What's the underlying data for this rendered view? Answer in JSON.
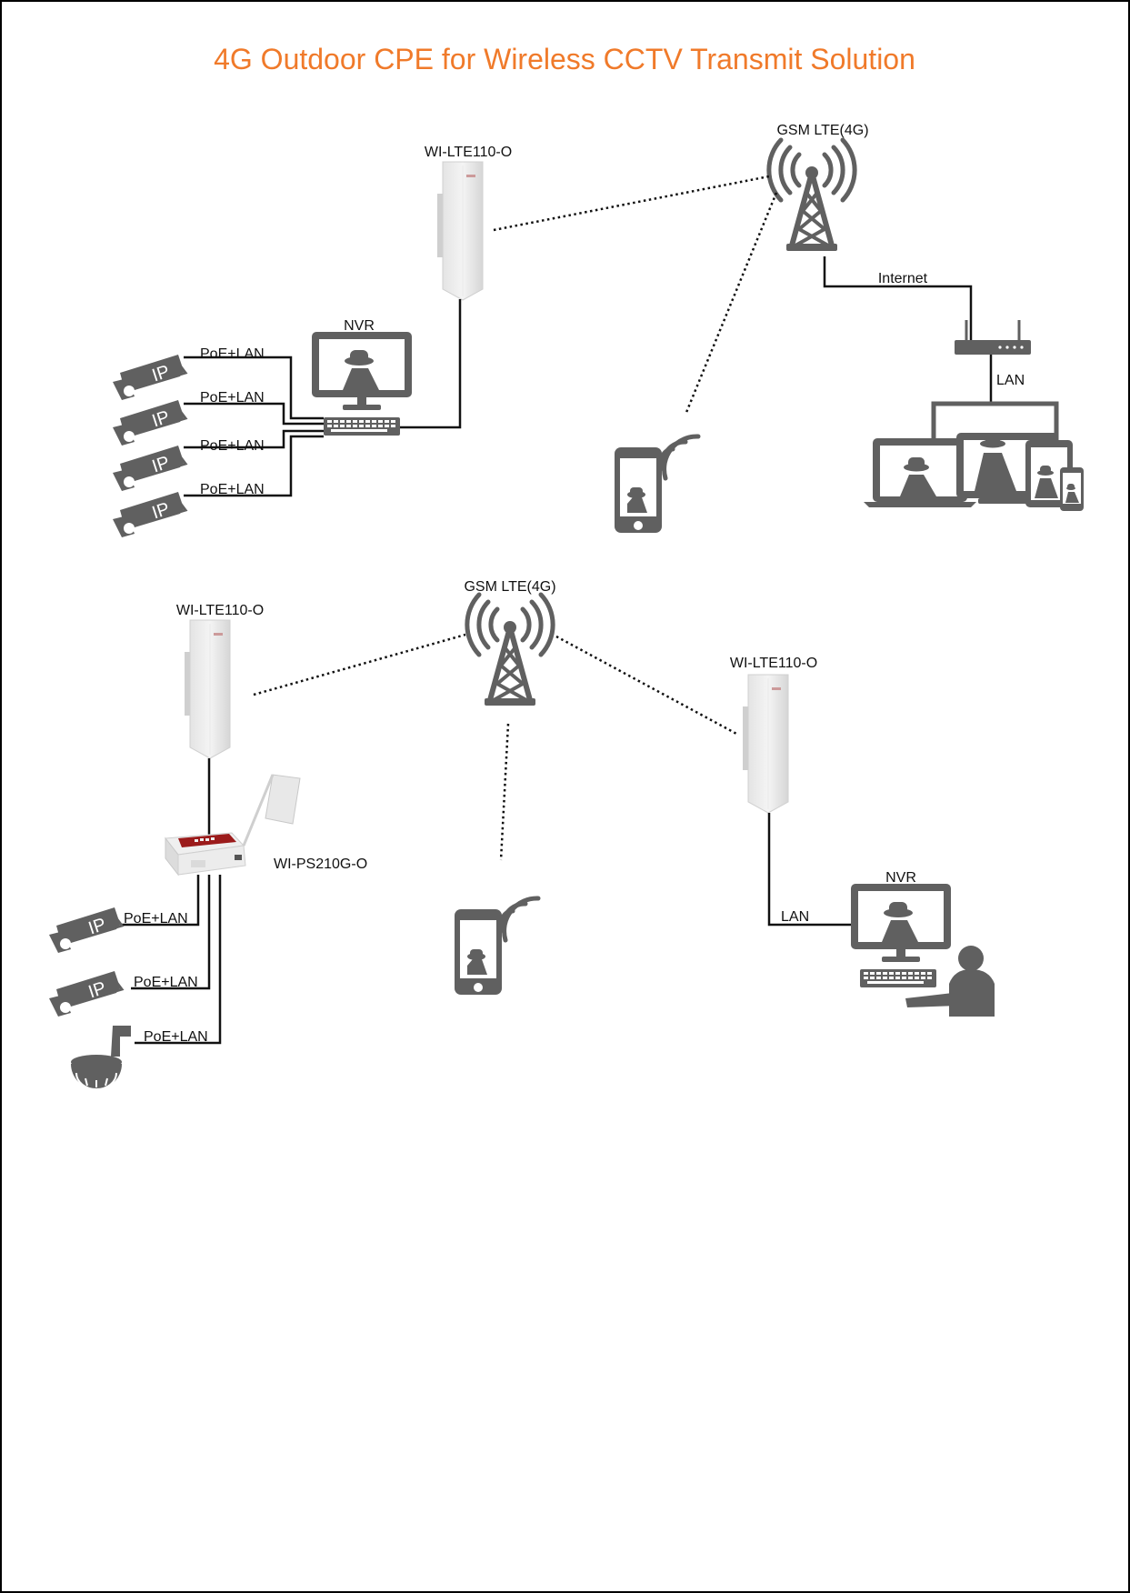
{
  "title": "4G Outdoor CPE for Wireless CCTV Transmit Solution",
  "colors": {
    "title": "#F07A2A",
    "icon": "#606060",
    "line": "#111111",
    "border": "#000000",
    "device_light": "#e6e6e6"
  },
  "scene1": {
    "cpe_label": "WI-LTE110-O",
    "tower_label": "GSM LTE(4G)",
    "internet_label": "Internet",
    "lan_label": "LAN",
    "nvr_label": "NVR",
    "camera_links": [
      "PoE+LAN",
      "PoE+LAN",
      "PoE+LAN",
      "PoE+LAN"
    ],
    "camera_badge": "IP"
  },
  "scene2": {
    "cpe_left_label": "WI-LTE110-O",
    "tower_label": "GSM LTE(4G)",
    "cpe_right_label": "WI-LTE110-O",
    "switch_label": "WI-PS210G-O",
    "camera_links": [
      "PoE+LAN",
      "PoE+LAN",
      "PoE+LAN"
    ],
    "camera_badge": "IP",
    "lan_label": "LAN",
    "nvr_label": "NVR"
  }
}
